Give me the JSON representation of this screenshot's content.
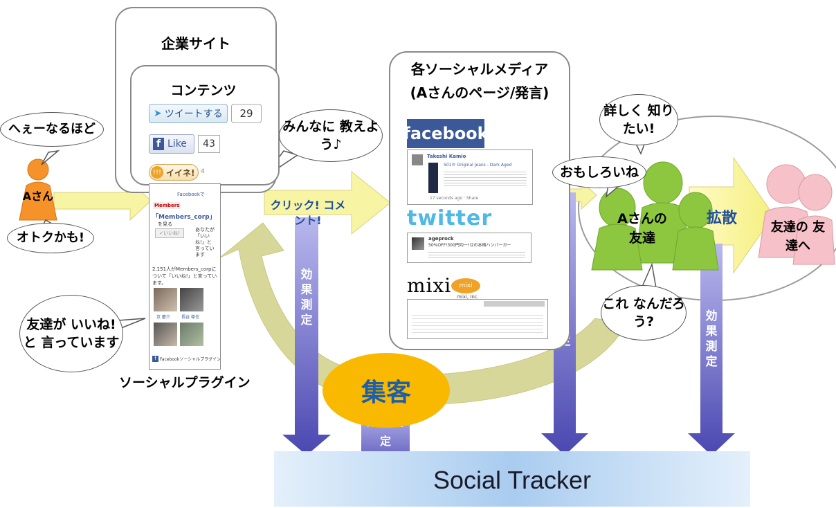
{
  "corporate_site": {
    "title": "企業サイト"
  },
  "contents": {
    "title": "コンテンツ",
    "tweet_label": "ツイートする",
    "tweet_count": "29",
    "like_label": "Like",
    "like_count": "43",
    "iine_label": "イイネ!",
    "iine_count": "4"
  },
  "plugin_panel": {
    "header": "Facebookで",
    "logo_text": "Members",
    "page_link": "「Members_corp」",
    "see_text": "を見る",
    "like_button": "✓いいね!",
    "said_text": "あなたが「いいね!」と言っています",
    "stats_text": "2,151人がMembers_corpについて「いいね!」と言っています。",
    "names": [
      "京 慶介",
      "長谷 尊也"
    ],
    "footer": "Facebookソーシャルプラグイン"
  },
  "social_plugin_label": "ソーシャルプラグイン",
  "user": {
    "name": "Aさん",
    "bubble_top": "へぇーなるほど",
    "bubble_bottom": "オトクかも!",
    "bubble_friends": "友達が いいね!と 言っています"
  },
  "share_bubble": "みんなに 教えよう♪",
  "click_arrow": "クリック! コメント!",
  "measure": "効果測定",
  "measure_bottom": "効果 測定",
  "social_media": {
    "title": "各ソーシャルメディア",
    "subtitle": "(Aさんのページ/発言)",
    "facebook_logo": "facebook",
    "facebook_user": "Takeshi Kamio",
    "facebook_post": "501® Original Jeans - Dark Aged",
    "facebook_meta": "17 seconds ago · Share",
    "twitter_logo": "twitter",
    "twitter_user": "ageprock",
    "twitter_post": "50%OFF!300円均一!!2の本格ハンバーガー",
    "mixi_logo": "mixi",
    "mixi_sub": "mixi, Inc."
  },
  "friends": {
    "label": "Aさんの 友達",
    "bubble_top": "詳しく 知りたい!",
    "bubble_left": "おもしろいね",
    "bubble_bottom": "これ なんだろう?"
  },
  "spread": {
    "label": "拡散",
    "target": "友達の 友達へ"
  },
  "attract": "集客",
  "tracker": "Social Tracker",
  "colors": {
    "user": "#F5922A",
    "friends": "#8DC63F",
    "friends_of_friends": "#F6C1C8",
    "yellow_arrow": "#F7F5A3",
    "olive_arrow": "#D8D79A",
    "measure_arrow": "#6E6BC8",
    "attract": "#F8B900",
    "attract_text": "#1F5FA8",
    "tracker": "#CFE3F7"
  }
}
